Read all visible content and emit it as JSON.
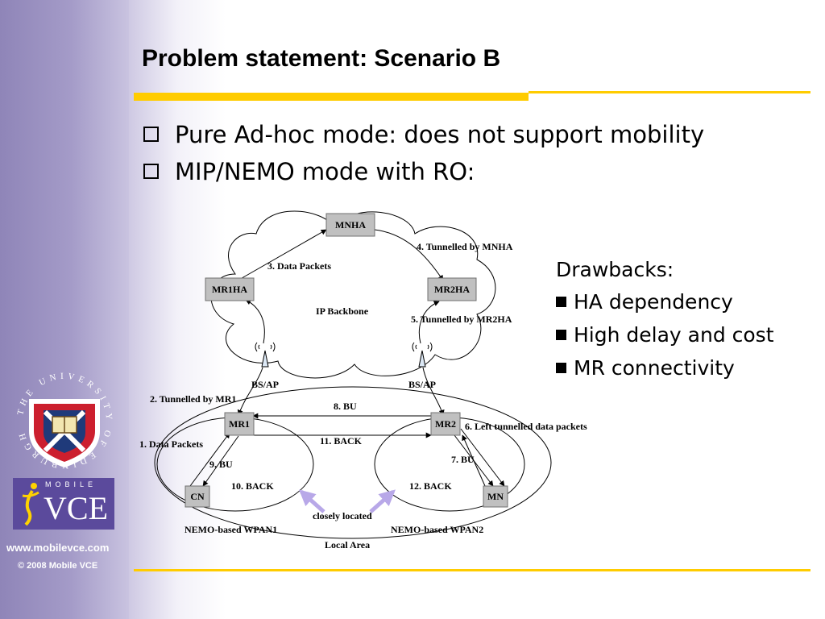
{
  "slide": {
    "title": "Problem statement: Scenario B",
    "bullets": [
      "Pure Ad-hoc mode: does not support mobility",
      "MIP/NEMO mode with RO:"
    ],
    "drawbacks": {
      "heading": "Drawbacks:",
      "items": [
        "HA dependency",
        "High delay and cost",
        "MR connectivity"
      ]
    }
  },
  "diagram": {
    "nodes": {
      "mnha": "MNHA",
      "mr1ha": "MR1HA",
      "mr2ha": "MR2HA",
      "mr1": "MR1",
      "mr2": "MR2",
      "cn": "CN",
      "mn": "MN"
    },
    "labels": {
      "ip_backbone": "IP Backbone",
      "bsap_left": "BS/AP",
      "bsap_right": "BS/AP",
      "wpan1": "NEMO-based WPAN1",
      "wpan2": "NEMO-based WPAN2",
      "local_area": "Local Area",
      "closely_located": "closely located"
    },
    "steps": {
      "s1": "1. Data Packets",
      "s2": "2. Tunnelled by MR1",
      "s3": "3. Data Packets",
      "s4": "4. Tunnelled by MNHA",
      "s5": "5. Tunnelled by MR2HA",
      "s6": "6. Left tunnelled data packets",
      "s7": "7. BU",
      "s8": "8. BU",
      "s9": "9. BU",
      "s10": "10. BACK",
      "s11": "11. BACK",
      "s12": "12. BACK"
    }
  },
  "sidebar": {
    "university_ring_text": "THE UNIVERSITY OF EDINBURGH",
    "vce_top": "MOBILE",
    "vce_word": "VCE",
    "website": "www.mobilevce.com",
    "copyright": "© 2008 Mobile VCE"
  },
  "colors": {
    "accent": "#ffcc00",
    "sidebar": "#a49bc8",
    "node_fill": "#c0c0c0",
    "vce": "#5b4a9c",
    "crest_red": "#cc1f2e",
    "closely_arrow": "#b8a8e8"
  }
}
